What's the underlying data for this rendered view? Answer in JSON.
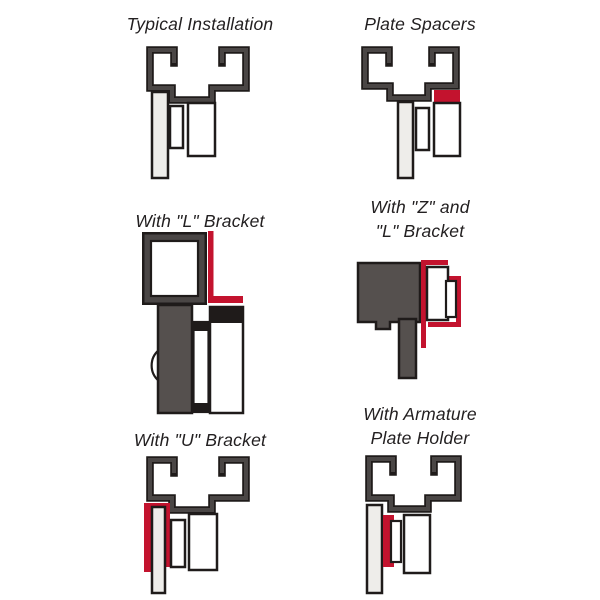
{
  "page": {
    "background": "#ffffff",
    "description_of_diagram": "Six cross-section installation diagrams for a magnetic lock and armature plate on a door frame header"
  },
  "colors": {
    "page-bg": "#ffffff",
    "accent-red": "#c3132e",
    "frame-gray": "#4a4645",
    "block-gray": "#55504e",
    "outline-black": "#1f1b1a",
    "door-light": "#eeedea",
    "white": "#ffffff",
    "text": "#232021"
  },
  "panels": [
    {
      "id": "typical-installation",
      "title_lines": [
        "Typical Installation"
      ]
    },
    {
      "id": "plate-spacers",
      "title_lines": [
        "Plate Spacers"
      ]
    },
    {
      "id": "l-bracket",
      "title_lines": [
        "With \"L\" Bracket"
      ]
    },
    {
      "id": "z-and-l-bracket",
      "title_lines": [
        "With \"Z\" and",
        "\"L\" Bracket"
      ]
    },
    {
      "id": "u-bracket",
      "title_lines": [
        "With \"U\" Bracket"
      ]
    },
    {
      "id": "armature-plate-holder",
      "title_lines": [
        "With Armature",
        "Plate Holder"
      ]
    }
  ]
}
